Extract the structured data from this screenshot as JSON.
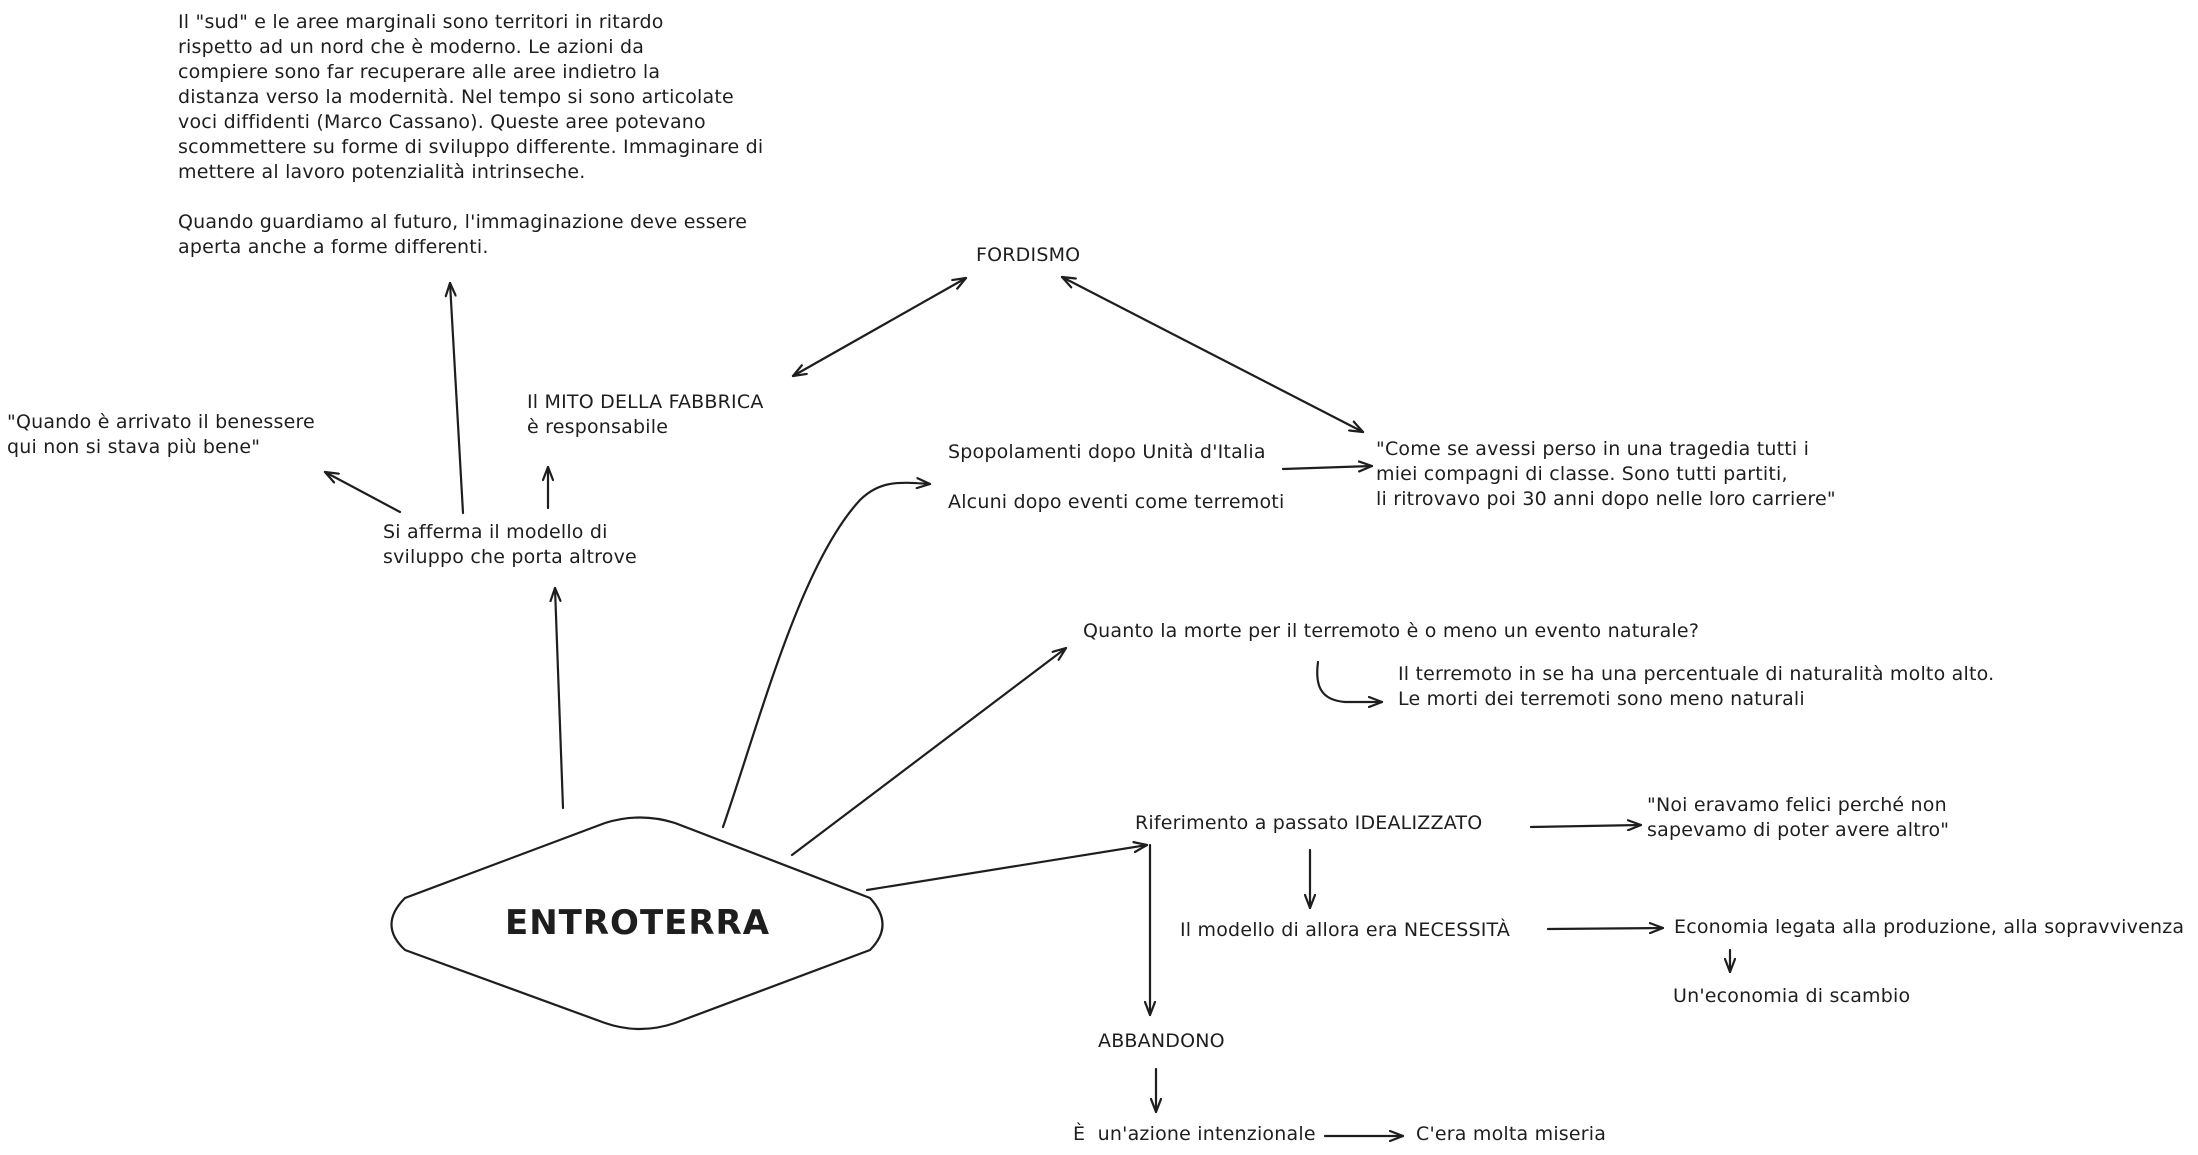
{
  "central_node": {
    "label": "ENTROTERRA"
  },
  "notes": {
    "ritardo_paragraph": "Il \"sud\" e le aree marginali sono territori in ritardo\nrispetto ad un nord che è moderno. Le azioni da\ncompiere sono far recuperare alle aree indietro la\ndistanza verso la modernità. Nel tempo si sono articolate\nvoci diffidenti (Marco Cassano). Queste aree potevano\nscommettere su forme di sviluppo differente. Immaginare di\nmettere al lavoro potenzialità intrinseche.\n\nQuando guardiamo al futuro, l'immaginazione deve essere\naperta anche a forme differenti.",
    "fordismo": "FORDISMO",
    "mito_fabbrica": "Il MITO DELLA FABBRICA\nè responsabile",
    "benessere_quote": "\"Quando è arrivato il benessere\nqui non si stava più bene\"",
    "modello_sviluppo": "Si afferma il modello di\nsviluppo che porta altrove",
    "spopolamenti": "Spopolamenti dopo Unità d'Italia\n\nAlcuni dopo eventi come terremoti",
    "tragedia_quote": "\"Come se avessi perso in una tragedia tutti i\nmiei compagni di classe. Sono tutti partiti,\nli ritrovavo poi 30 anni dopo nelle loro carriere\"",
    "morte_terremoto": "Quanto la morte per il terremoto è o meno un evento naturale?",
    "naturalita": "Il terremoto in se ha una percentuale di naturalità molto alto.\nLe morti dei terremoti sono meno naturali",
    "passato_idealizzato": "Riferimento a passato IDEALIZZATO",
    "felici_quote": "\"Noi eravamo felici perché non\nsapevamo di poter avere altro\"",
    "necessita": "Il modello di allora era NECESSITÀ",
    "economia_produzione": "Economia legata alla produzione, alla sopravvivenza",
    "economia_scambio": "Un'economia di scambio",
    "abbandono": "ABBANDONO",
    "azione_intenzionale": "È  un'azione intenzionale",
    "miseria": "C'era molta miseria"
  }
}
